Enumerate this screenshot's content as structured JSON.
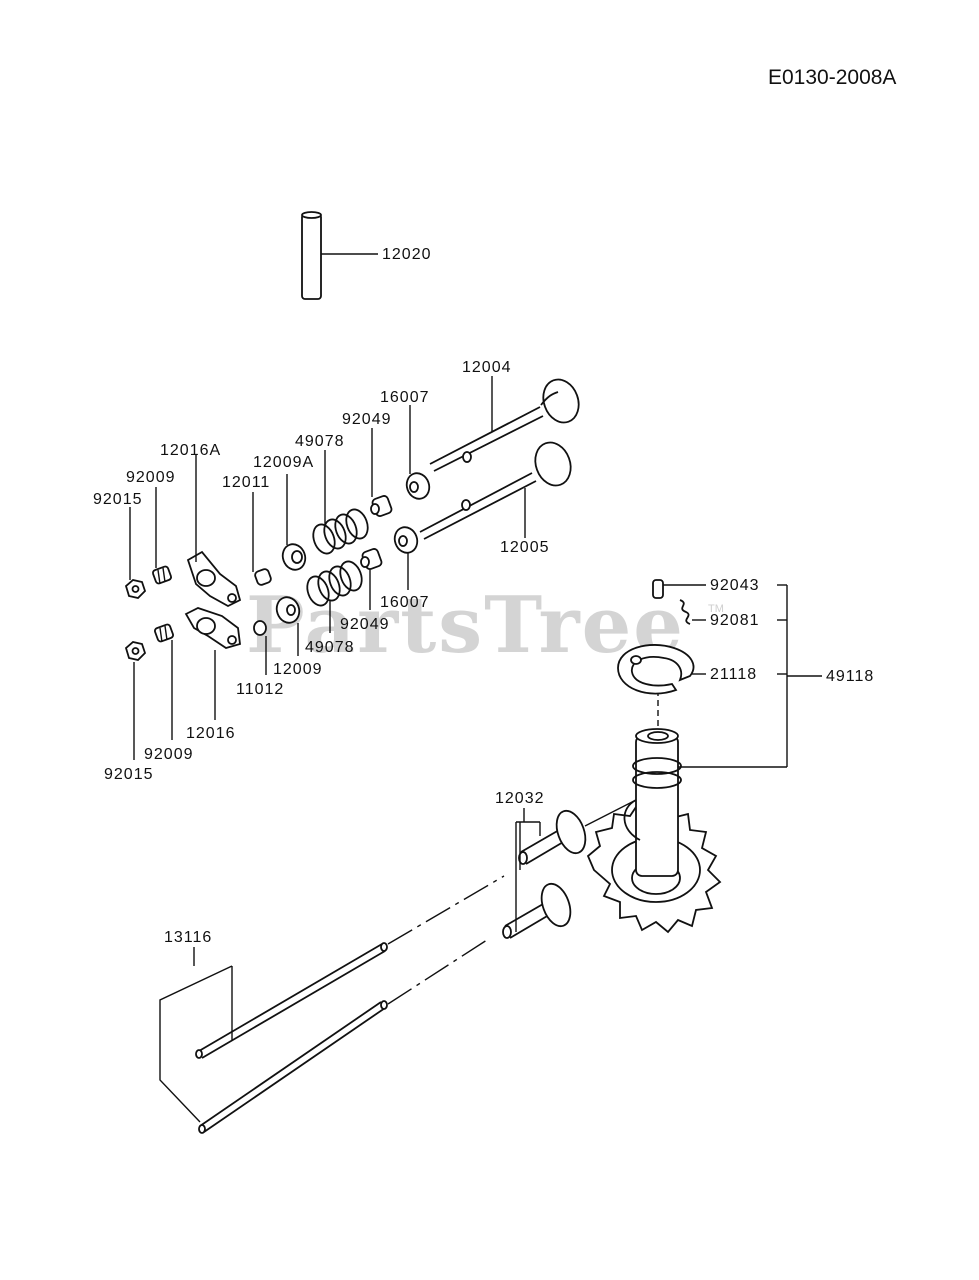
{
  "diagram_code": "E0130-2008A",
  "watermark": {
    "text": "PartsTree",
    "tm": "TM"
  },
  "callouts": {
    "c12020": "12020",
    "c12004": "12004",
    "c16007_top": "16007",
    "c92049_top": "92049",
    "c49078_top": "49078",
    "c12009A": "12009A",
    "c12016A": "12016A",
    "c12011": "12011",
    "c92009_top": "92009",
    "c92015_top": "92015",
    "c12005": "12005",
    "c16007_bot": "16007",
    "c92049_bot": "92049",
    "c49078_bot": "49078",
    "c12009": "12009",
    "c11012": "11012",
    "c12016": "12016",
    "c92009_bot": "92009",
    "c92015_bot": "92015",
    "c92043": "92043",
    "c92081": "92081",
    "c21118": "21118",
    "c49118": "49118",
    "c12032": "12032",
    "c13116": "13116"
  }
}
